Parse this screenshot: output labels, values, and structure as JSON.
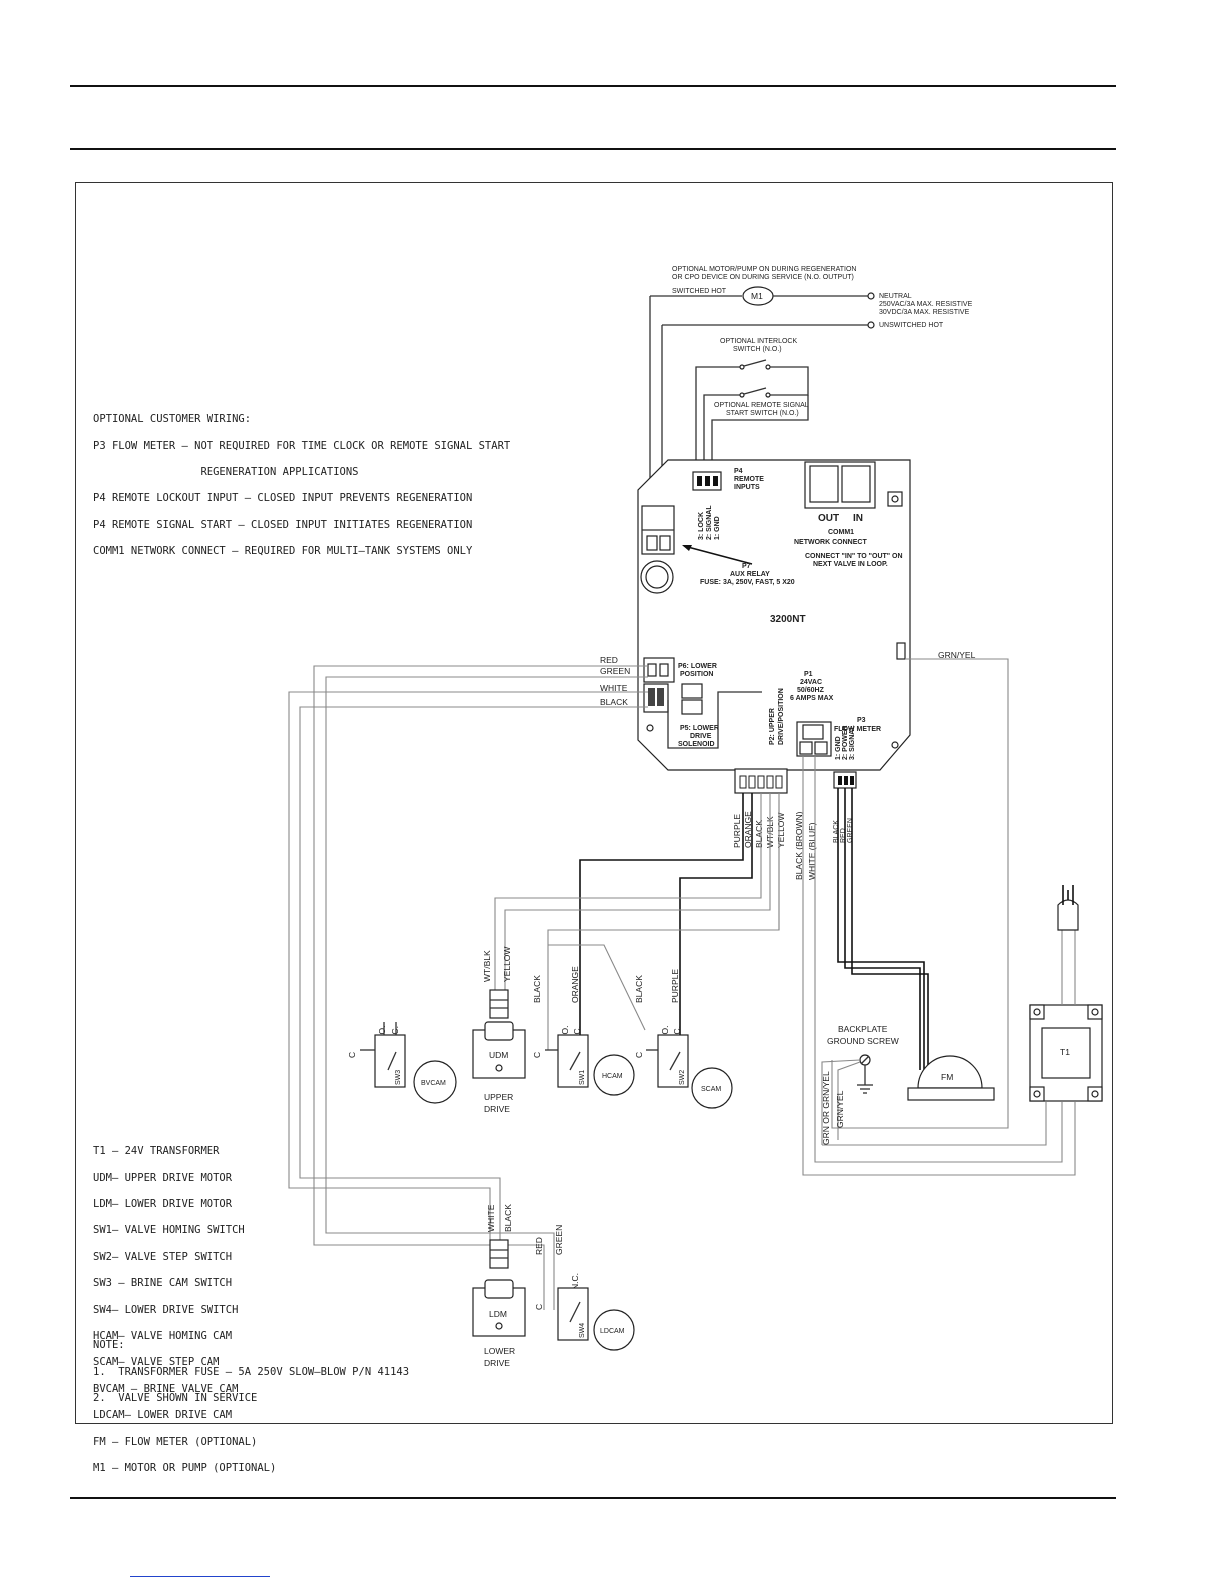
{
  "customer_wiring": {
    "lines": [
      "OPTIONAL CUSTOMER WIRING:",
      "P3 FLOW METER – NOT REQUIRED FOR TIME CLOCK OR REMOTE SIGNAL START",
      "                 REGENERATION APPLICATIONS",
      "P4 REMOTE LOCKOUT INPUT – CLOSED INPUT PREVENTS REGENERATION",
      "P4 REMOTE SIGNAL START – CLOSED INPUT INITIATES REGENERATION",
      "COMM1 NETWORK CONNECT – REQUIRED FOR MULTI–TANK SYSTEMS ONLY"
    ]
  },
  "legend": {
    "lines": [
      "T1 – 24V TRANSFORMER",
      "UDM– UPPER DRIVE MOTOR",
      "LDM– LOWER DRIVE MOTOR",
      "SW1– VALVE HOMING SWITCH",
      "SW2– VALVE STEP SWITCH",
      "SW3 – BRINE CAM SWITCH",
      "SW4– LOWER DRIVE SWITCH",
      "HCAM– VALVE HOMING CAM",
      "SCAM– VALVE STEP CAM",
      "BVCAM – BRINE VALVE CAM",
      "LDCAM– LOWER DRIVE CAM",
      "FM – FLOW METER (OPTIONAL)",
      "M1 – MOTOR OR PUMP (OPTIONAL)"
    ]
  },
  "notes": {
    "lines": [
      "NOTE:",
      "1.  TRANSFORMER FUSE – 5A 250V SLOW–BLOW P/N 41143",
      "2.  VALVE SHOWN IN SERVICE"
    ]
  },
  "aux": {
    "motor_note_1": "OPTIONAL MOTOR/PUMP ON DURING REGENERATION",
    "motor_note_2": "OR CPO DEVICE ON DURING SERVICE (N.O. OUTPUT)",
    "switched_hot": "SWITCHED HOT",
    "m1": "M1",
    "neutral": "NEUTRAL",
    "rating_1": "250VAC/3A MAX. RESISTIVE",
    "rating_2": "30VDC/3A MAX. RESISTIVE",
    "unswitched_hot": "UNSWITCHED HOT",
    "interlock_1": "OPTIONAL INTERLOCK",
    "interlock_2": "SWITCH (N.O.)",
    "remote_1": "OPTIONAL REMOTE SIGNAL",
    "remote_2": "START SWITCH (N.O.)"
  },
  "board": {
    "name": "3200NT",
    "p4": "P4",
    "p4_sub": "REMOTE",
    "p4_sub2": "INPUTS",
    "p4_pins": [
      "3: LOCK",
      "2: SIGNAL",
      "1: GND"
    ],
    "out": "OUT",
    "in": "IN",
    "comm1": "COMM1",
    "comm1_sub": "NETWORK CONNECT",
    "comm_note_1": "CONNECT \"IN\" TO \"OUT\" ON",
    "comm_note_2": "NEXT VALVE IN LOOP.",
    "p7": "P7",
    "p7_sub": "AUX RELAY",
    "p7_fuse": "FUSE: 3A, 250V, FAST, 5 X20",
    "p6_1": "P6: LOWER",
    "p6_2": "POSITION",
    "p5_1": "P5: LOWER",
    "p5_2": "DRIVE",
    "p5_3": "SOLENOID",
    "p1": "P1",
    "p1_2": "24VAC",
    "p1_3": "50/60HZ",
    "p1_4": "6 AMPS MAX",
    "p2_1": "P2: UPPER",
    "p2_2": "DRIVE/POSITION",
    "p3": "P3",
    "p3_sub": "FLOW METER",
    "p3_pins": [
      "1: GND",
      "2: POWER",
      "3: SIGNAL"
    ]
  },
  "wires": {
    "red": "RED",
    "green": "GREEN",
    "white": "WHITE",
    "black": "BLACK",
    "grn_yel": "GRN/YEL",
    "p2_colors": [
      "PURPLE",
      "ORANGE",
      "BLACK",
      "WT/BLK",
      "YELLOW"
    ],
    "black_brown": "BLACK (BROWN)",
    "white_blue": "WHITE (BLUE)",
    "fm_colors": [
      "BLACK",
      "RED",
      "GREEN"
    ]
  },
  "components": {
    "udm": "UDM",
    "upper_drive_1": "UPPER",
    "upper_drive_2": "DRIVE",
    "ldm": "LDM",
    "lower_drive_1": "LOWER",
    "lower_drive_2": "DRIVE",
    "bvcam": "BVCAM",
    "hcam": "HCAM",
    "scam": "SCAM",
    "ldcam": "LDCAM",
    "sw1": "SW1",
    "sw2": "SW2",
    "sw3": "SW3",
    "sw4": "SW4",
    "c": "C",
    "no": "N.O.",
    "nc": "N.C.",
    "wt_blk": "WT/BLK",
    "yellow": "YELLOW",
    "black": "BLACK",
    "orange": "ORANGE",
    "purple": "PURPLE",
    "white": "WHITE",
    "red": "RED",
    "green": "GREEN",
    "fm": "FM",
    "t1": "T1",
    "backplate_1": "BACKPLATE",
    "backplate_2": "GROUND SCREW",
    "grn_or": "GRN OR GRN/YEL",
    "grn_yel": "GRN/YEL"
  }
}
